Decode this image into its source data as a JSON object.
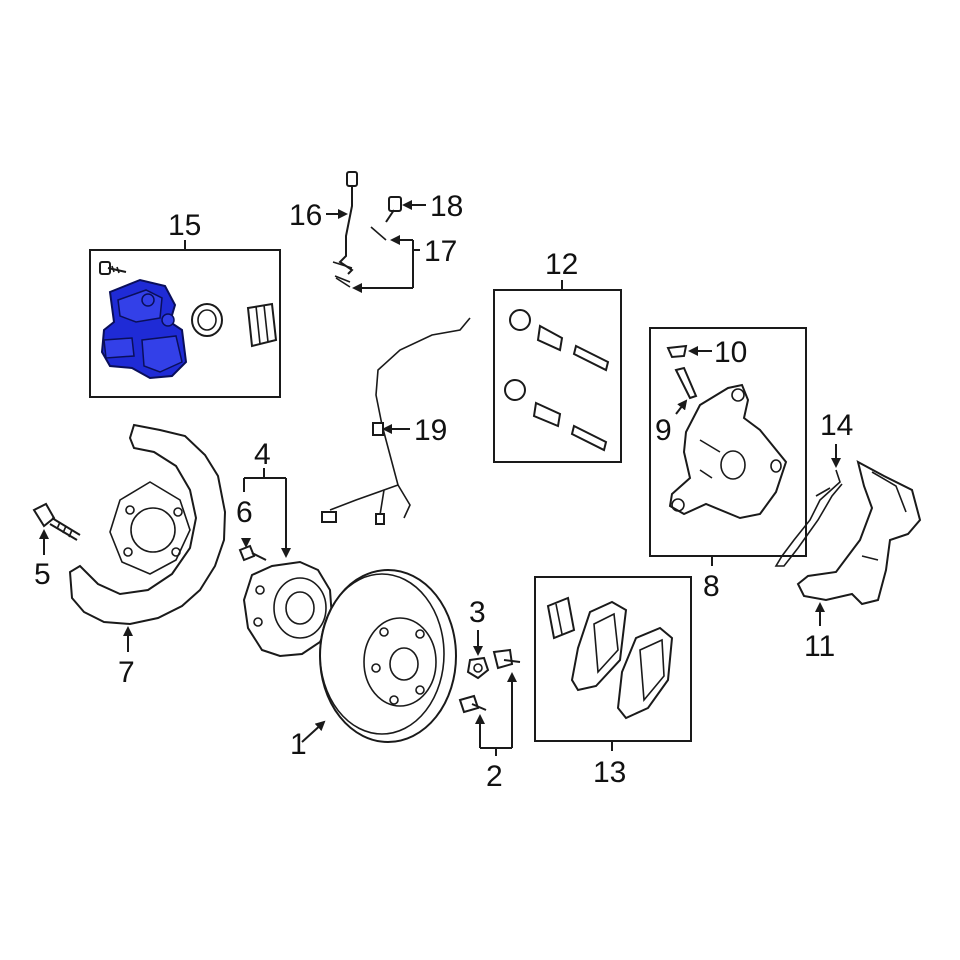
{
  "callouts": {
    "c1": "1",
    "c2": "2",
    "c3": "3",
    "c4": "4",
    "c5": "5",
    "c6": "6",
    "c7": "7",
    "c8": "8",
    "c9": "9",
    "c10": "10",
    "c11": "11",
    "c12": "12",
    "c13": "13",
    "c14": "14",
    "c15": "15",
    "c16": "16",
    "c17": "17",
    "c18": "18",
    "c19": "19"
  },
  "colors": {
    "highlight": "#1f2bd6",
    "line": "#1a1a1a",
    "background": "#ffffff"
  },
  "highlighted_part": "15"
}
